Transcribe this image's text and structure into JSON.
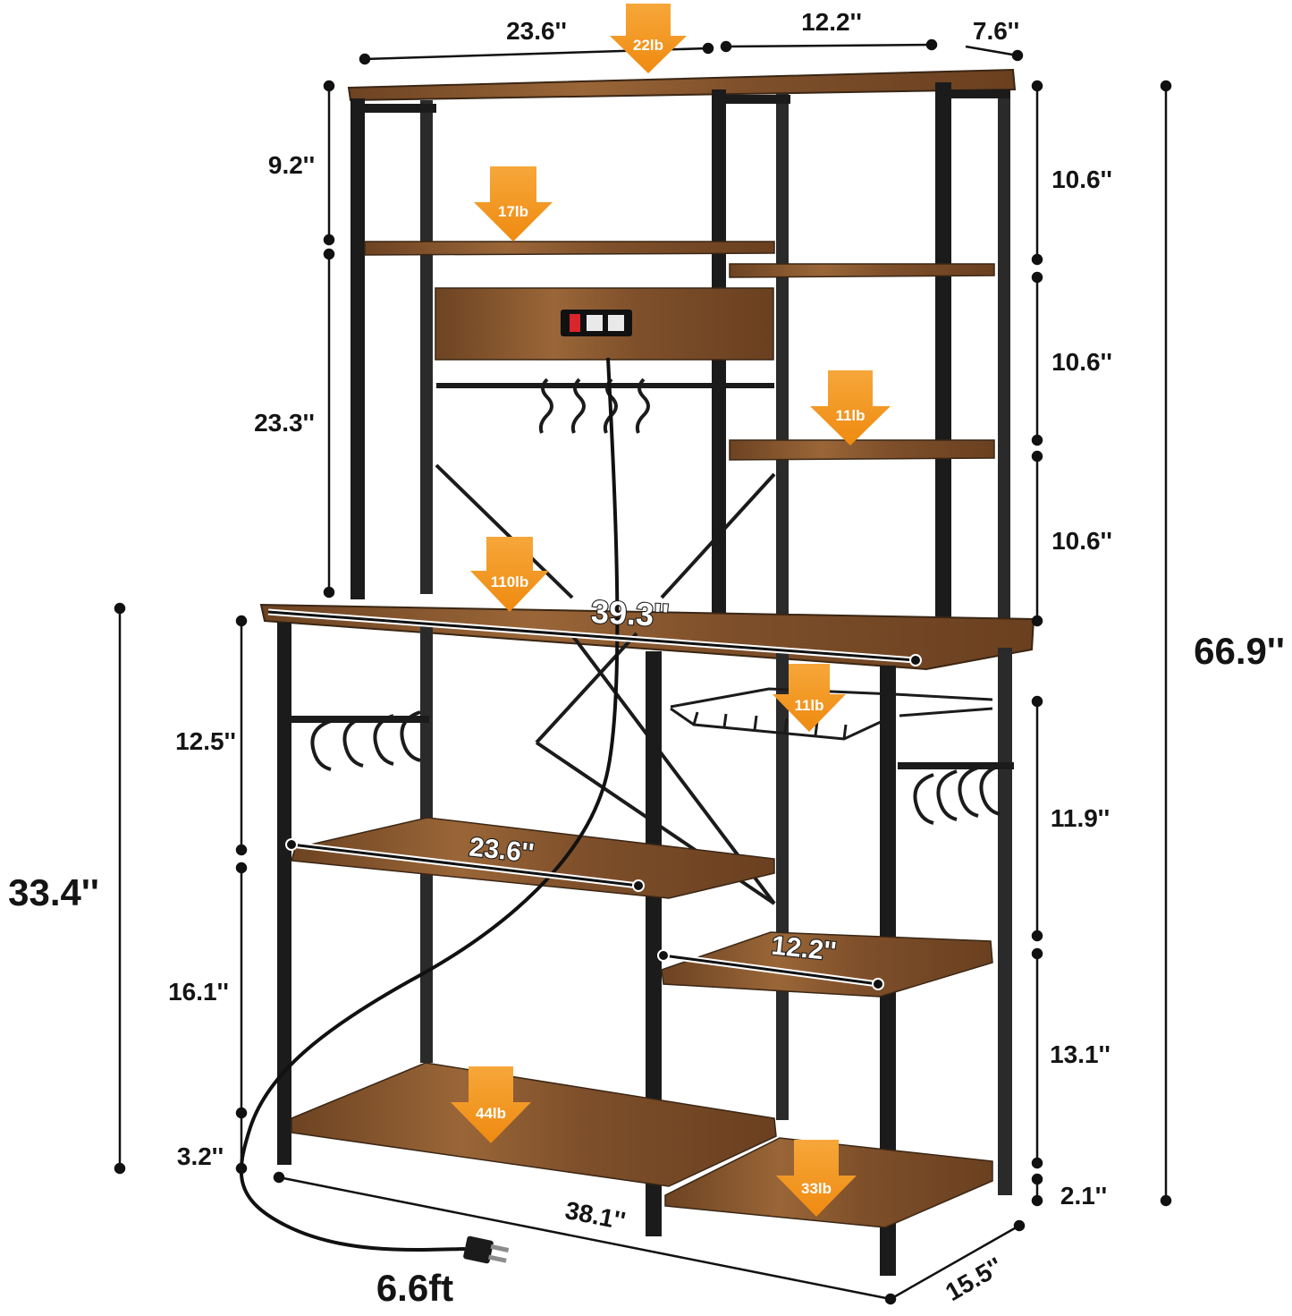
{
  "colors": {
    "frame": "#1b1b1b",
    "wood": "#7a4e2a",
    "wood_light": "#9a6638",
    "arrow": "#f29418",
    "line": "#111111"
  },
  "dimensions": {
    "top_width": "23.6''",
    "top_right_width": "12.2''",
    "top_depth": "7.6''",
    "upper_left_gap_1": "9.2''",
    "upper_left_gap_2": "23.3''",
    "upper_right_gap_1": "10.6''",
    "upper_right_gap_2": "10.6''",
    "upper_right_gap_3": "10.6''",
    "total_height": "66.9''",
    "counter_height": "33.4''",
    "lower_left_gap_1": "12.5''",
    "lower_left_gap_2": "16.1''",
    "lower_left_gap_3": "3.2''",
    "lower_right_gap_1": "11.9''",
    "lower_right_gap_2": "13.1''",
    "lower_right_gap_3": "2.1''",
    "counter_width": "39.3''",
    "mid_shelf_width": "23.6''",
    "right_shelf_width": "12.2''",
    "base_width": "38.1''",
    "base_depth": "15.5''",
    "cord_length": "6.6ft"
  },
  "weights": {
    "top": "22lb",
    "upper_left_shelf": "17lb",
    "upper_right_shelf": "11lb",
    "counter": "110lb",
    "basket": "11lb",
    "bottom_left": "44lb",
    "bottom_right": "33lb"
  },
  "icons": [
    "weight-arrow-icon",
    "power-strip-icon",
    "s-hook-icon",
    "plug-icon"
  ]
}
